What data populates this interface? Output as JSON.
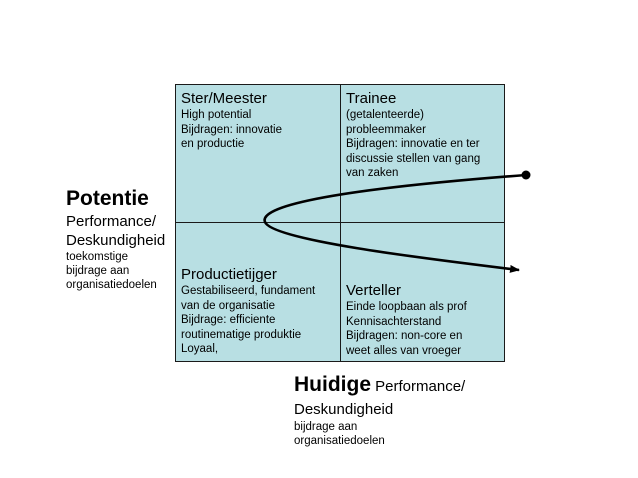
{
  "quadrants": {
    "top_left": {
      "title": "Ster/Meester",
      "lines": [
        "High potential",
        "Bijdragen: innovatie",
        "en productie"
      ]
    },
    "top_right": {
      "title": "Trainee",
      "lines": [
        "(getalenteerde)",
        "probleemmaker",
        "Bijdragen: innovatie en ter",
        "discussie stellen van gang",
        "van zaken"
      ]
    },
    "bottom_left": {
      "title": "Productietijger",
      "lines": [
        "Gestabiliseerd, fundament",
        "van de organisatie",
        "Bijdrage: efficiente",
        "routinematige produktie",
        "Loyaal,"
      ]
    },
    "bottom_right": {
      "title": "Verteller",
      "lines": [
        "Einde loopbaan als prof",
        "Kennisachterstand",
        "Bijdragen: non-core en",
        "weet alles van vroeger"
      ]
    }
  },
  "y_axis": {
    "title": "Potentie",
    "subtitle_line1": "Performance/",
    "subtitle_line2": "Deskundigheid",
    "note_lines": [
      "toekomstige",
      "bijdrage aan",
      "organisatiedoelen"
    ]
  },
  "x_axis": {
    "title": "Huidige",
    "subtitle_part1": " Performance/",
    "subtitle_part2": "Deskundigheid",
    "note_lines": [
      "bijdrage aan",
      "organisatiedoelen"
    ]
  },
  "colors": {
    "grid_fill": "#b8dfe3",
    "line": "#1a1a1a"
  }
}
